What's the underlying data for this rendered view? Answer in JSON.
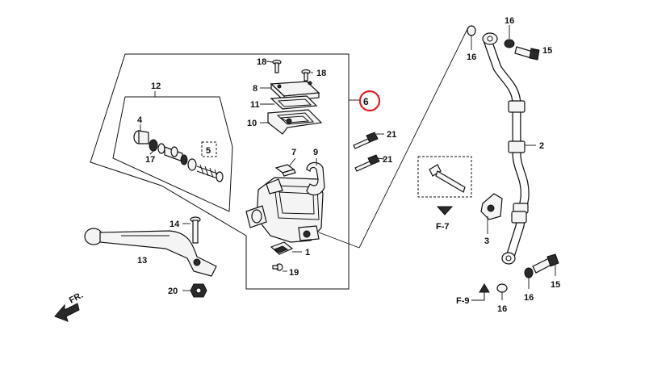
{
  "callouts": {
    "c1": "1",
    "c2": "2",
    "c3": "3",
    "c4": "4",
    "c5": "5",
    "c6": "6",
    "c7": "7",
    "c8": "8",
    "c9": "9",
    "c10": "10",
    "c11": "11",
    "c12": "12",
    "c13": "13",
    "c14": "14",
    "c15a": "15",
    "c15b": "15",
    "c16a": "16",
    "c16b": "16",
    "c16c": "16",
    "c16d": "16",
    "c17": "17",
    "c18a": "18",
    "c18b": "18",
    "c19": "19",
    "c20": "20",
    "c21a": "21",
    "c21b": "21"
  },
  "refs": {
    "f7": "F-7",
    "f9": "F-9",
    "front": "FR."
  },
  "colors": {
    "highlight": "#e02020",
    "ink": "#111111"
  }
}
